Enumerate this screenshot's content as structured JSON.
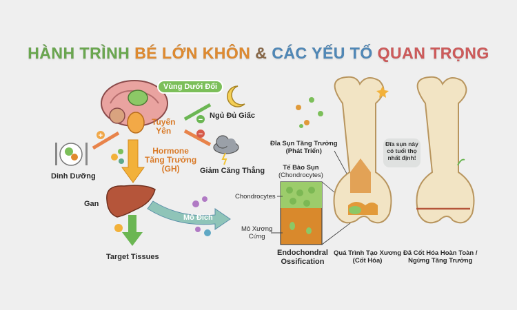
{
  "title": {
    "part1": "HÀNH TRÌNH ",
    "part2": "BÉ LỚN KHÔN",
    "part3": " & ",
    "part4": "CÁC YẾU TỐ",
    "part5": " QUAN TRỌNG",
    "colors": {
      "part1": "#6aa84f",
      "part2": "#e08a2e",
      "part3": "#8a6a4a",
      "part4": "#4f88b8",
      "part5": "#cf5a5a"
    }
  },
  "left": {
    "hypothalamus": "Vùng Dưới Đổi",
    "pituitary_line1": "Tuyến",
    "pituitary_line2": "Yên",
    "sleep": "Ngủ Đủ Giấc",
    "stress": "Giảm Căng Thẳng",
    "nutrition": "Dinh Dưỡng",
    "hormone_line1": "Hormone",
    "hormone_line2": "Tăng Trưởng",
    "hormone_line3": "(GH)",
    "liver": "Gan",
    "target_tissue_arrow": "Mô Đích",
    "target_tissues": "Target Tissues"
  },
  "right": {
    "growth_plate_line1": "Đĩa Sụn Tăng Trưởng",
    "growth_plate_line2": "(Phát Triển)",
    "cartilage_cells_line1": "Tế Bào Sụn",
    "cartilage_cells_line2": "(Chondrocytes)",
    "chondrocytes": "Chondrocytes",
    "hard_bone_line1": "Mô Xương",
    "hard_bone_line2": "Cứng",
    "endochondral_line1": "Endochondral",
    "endochondral_line2": "Ossification",
    "speech_line1": "Đĩa sụn này",
    "speech_line2": "có tuổi thọ",
    "speech_line3": "nhất định!",
    "bone1_line1": "Quá Trình Tạo Xương",
    "bone1_line2": "(Cốt Hóa)",
    "bone2_line1": "Đã Cốt Hóa Hoàn Toàn /",
    "bone2_line2": "Ngừng Tăng Trưởng"
  }
}
